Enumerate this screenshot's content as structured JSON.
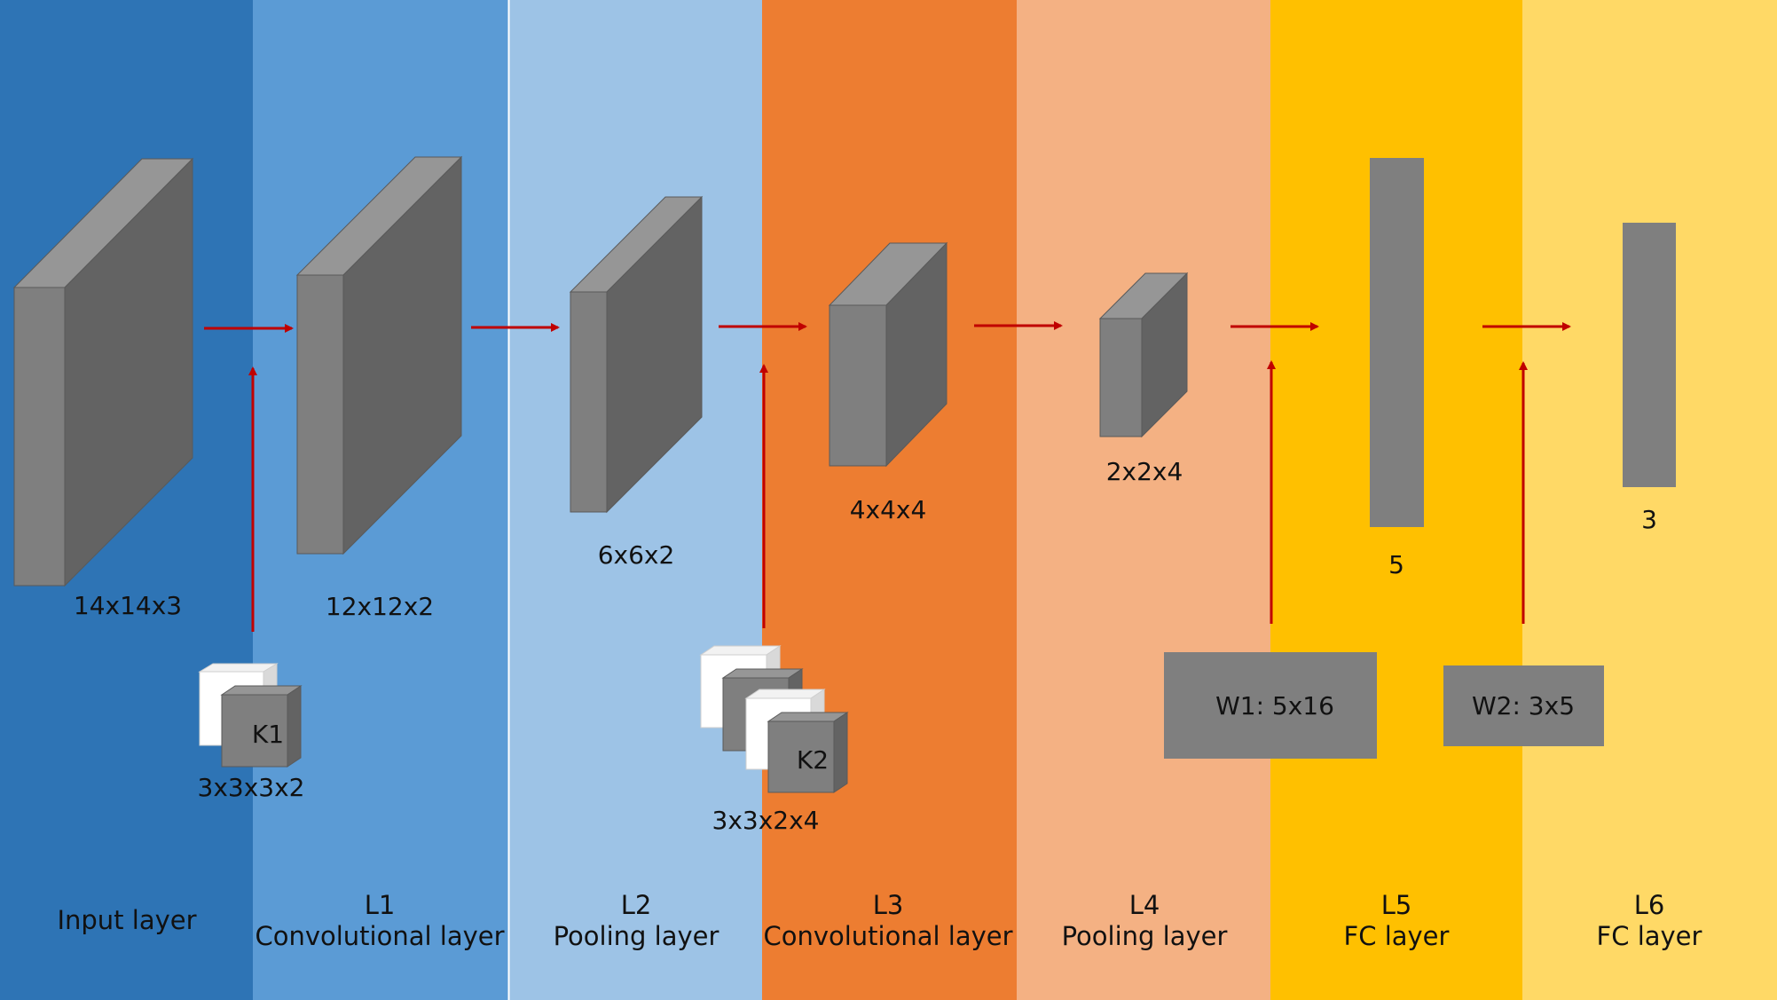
{
  "colors": {
    "band_input": "#2e74b5",
    "band_l1": "#5b9bd5",
    "band_l2": "#9dc3e6",
    "band_l3": "#ed7d31",
    "band_l4": "#f4b183",
    "band_l5": "#ffc000",
    "band_l6": "#ffd966",
    "arrow": "#c00000",
    "block_front": "#7f7f7f",
    "block_side": "#636363",
    "block_top": "#969696",
    "kernel_light": "#ffffff",
    "text": "#111111"
  },
  "layers": [
    {
      "line1": "",
      "line2": "Input layer",
      "size": "14x14x3"
    },
    {
      "line1": "L1",
      "line2": "Convolutional layer",
      "size": "12x12x2"
    },
    {
      "line1": "L2",
      "line2": "Pooling layer",
      "size": "6x6x2"
    },
    {
      "line1": "L3",
      "line2": "Convolutional layer",
      "size": "4x4x4"
    },
    {
      "line1": "L4",
      "line2": "Pooling layer",
      "size": "2x2x4"
    },
    {
      "line1": "L5",
      "line2": "FC layer",
      "size": "5"
    },
    {
      "line1": "L6",
      "line2": "FC layer",
      "size": "3"
    }
  ],
  "kernels": [
    {
      "label": "K1",
      "size": "3x3x3x2"
    },
    {
      "label": "K2",
      "size": "3x3x2x4"
    }
  ],
  "weights": [
    {
      "label": "W1: 5x16"
    },
    {
      "label": "W2: 3x5"
    }
  ]
}
